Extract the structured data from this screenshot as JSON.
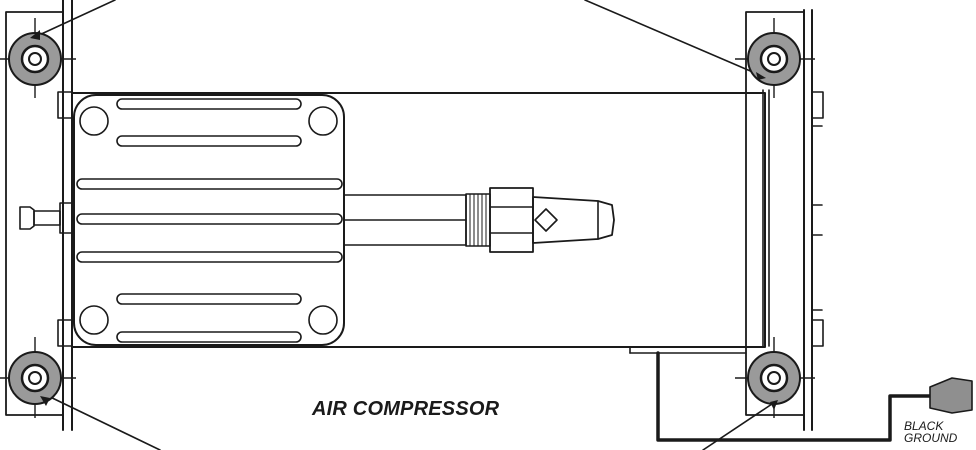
{
  "diagram": {
    "title": "AIR COMPRESSOR",
    "wire_label_line1": "BLACK",
    "wire_label_line2": "GROUND"
  },
  "colors": {
    "line": "#1a1a1a",
    "grommet_fill": "#9a9a9a",
    "background": "#ffffff"
  },
  "icons": [
    "mounting-grommet-icon",
    "air-fitting-icon",
    "wire-connector-icon"
  ]
}
